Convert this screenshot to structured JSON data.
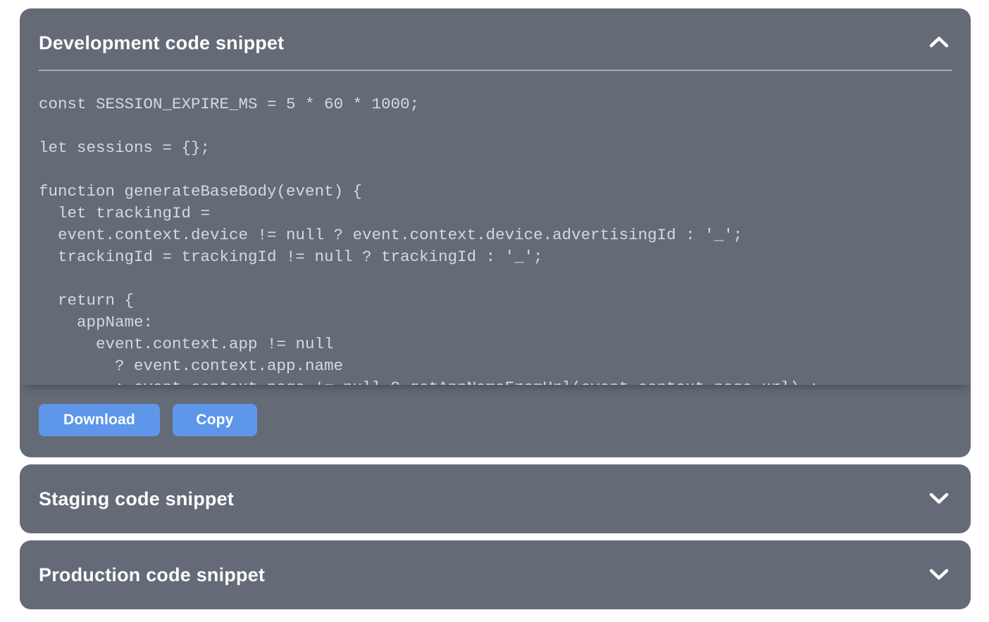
{
  "theme": {
    "page_background": "#FFFFFF",
    "panel_background": "#646B76",
    "title_color": "#FCFCFD",
    "divider_color": "#A9AEB5",
    "code_text_color": "#D6D9DC",
    "button_background": "#5E96E9",
    "button_text_color": "#FFFFFF"
  },
  "panels": [
    {
      "title": "Development code snippet",
      "state": "expanded",
      "toggle_icon": "chevron-up",
      "code": "const SESSION_EXPIRE_MS = 5 * 60 * 1000;\n\nlet sessions = {};\n\nfunction generateBaseBody(event) {\n  let trackingId =\n  event.context.device != null ? event.context.device.advertisingId : '_';\n  trackingId = trackingId != null ? trackingId : '_';\n\n  return {\n    appName:\n      event.context.app != null\n        ? event.context.app.name\n        : event.context.page != null ? getAppNameFromUrl(event.context.page.url) :",
      "buttons": [
        {
          "label": "Download"
        },
        {
          "label": "Copy"
        }
      ]
    },
    {
      "title": "Staging code snippet",
      "state": "collapsed",
      "toggle_icon": "chevron-down"
    },
    {
      "title": "Production code snippet",
      "state": "collapsed",
      "toggle_icon": "chevron-down"
    }
  ]
}
